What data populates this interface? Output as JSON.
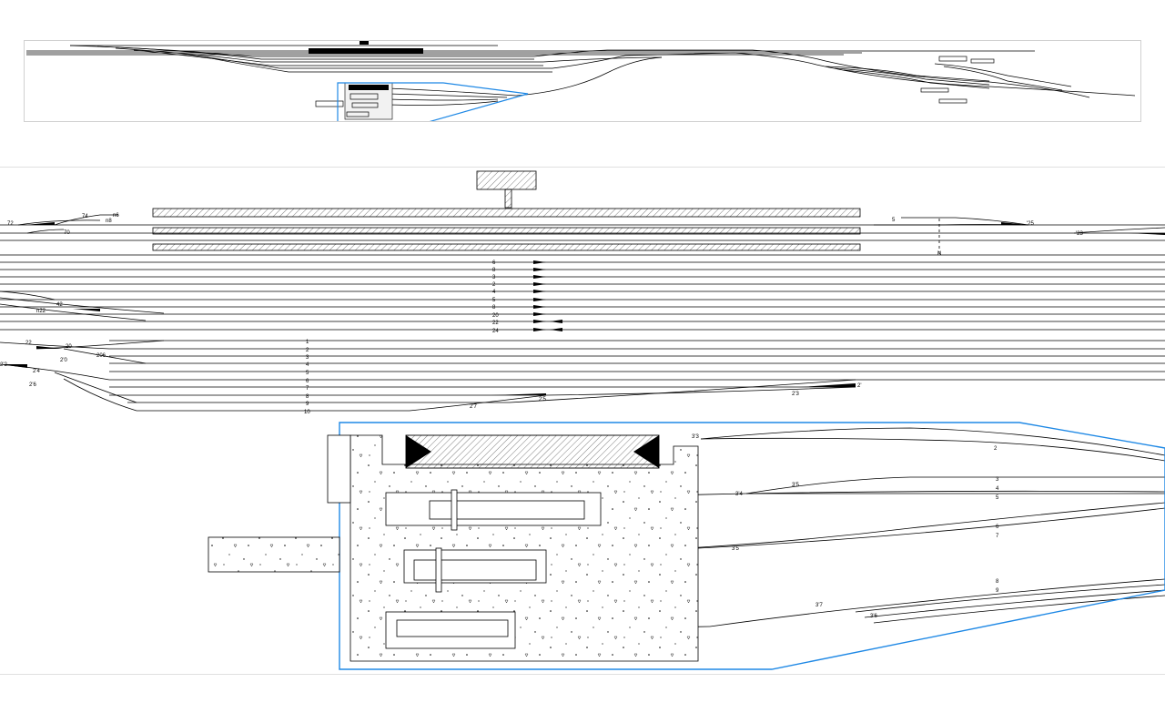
{
  "colors": {
    "line": "#000000",
    "highlight": "#1e88e5",
    "panel_border": "#d0d0d0"
  },
  "overview": {
    "labels": []
  },
  "detail": {
    "left_labels": [
      "74",
      "72",
      "70",
      "n6",
      "n8",
      "42",
      "n22",
      "22",
      "20",
      "206",
      "2'0",
      "2'2",
      "2'6",
      "2'4"
    ],
    "right_labels": [
      "5",
      "'25",
      "'23",
      "N"
    ],
    "middle_track_numbers": [
      "6",
      "8",
      "3",
      "2",
      "4",
      "5",
      "8",
      "20",
      "22",
      "24"
    ],
    "main_track_numbers": [
      "1",
      "2",
      "3",
      "4",
      "5",
      "6",
      "7",
      "8",
      "9",
      "10"
    ],
    "lower_labels": [
      "2'5",
      "2'7",
      "2'3",
      "2'"
    ],
    "depot_labels": [
      "3'3",
      "2",
      "3'5",
      "3'4",
      "3",
      "4",
      "5",
      "3'5",
      "6",
      "7",
      "3'7",
      "8",
      "9",
      "3'6"
    ]
  }
}
